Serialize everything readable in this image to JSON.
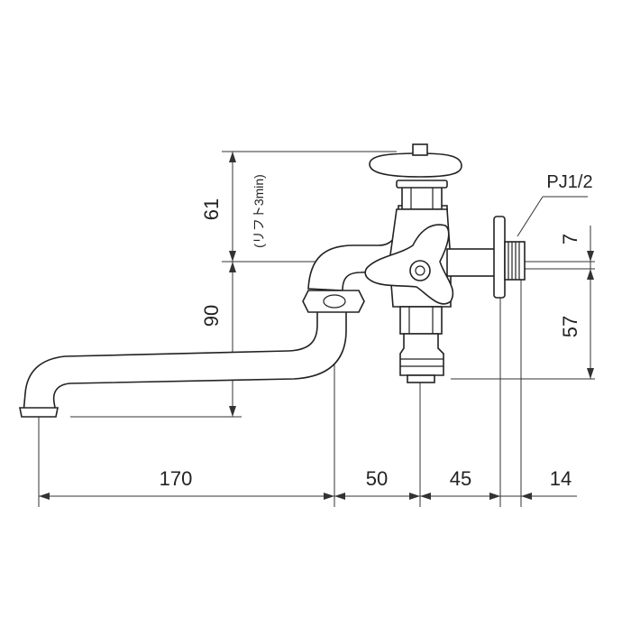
{
  "drawing": {
    "subject": "faucet",
    "dimensions": {
      "d61": "61",
      "d90": "90",
      "d7": "7",
      "d57": "57",
      "d170": "170",
      "d50": "50",
      "d45": "45",
      "d14": "14"
    },
    "lift_note": "(リフト3min)",
    "thread_label": "PJ1/2"
  },
  "colors": {
    "line": "#333333",
    "background": "#ffffff"
  }
}
